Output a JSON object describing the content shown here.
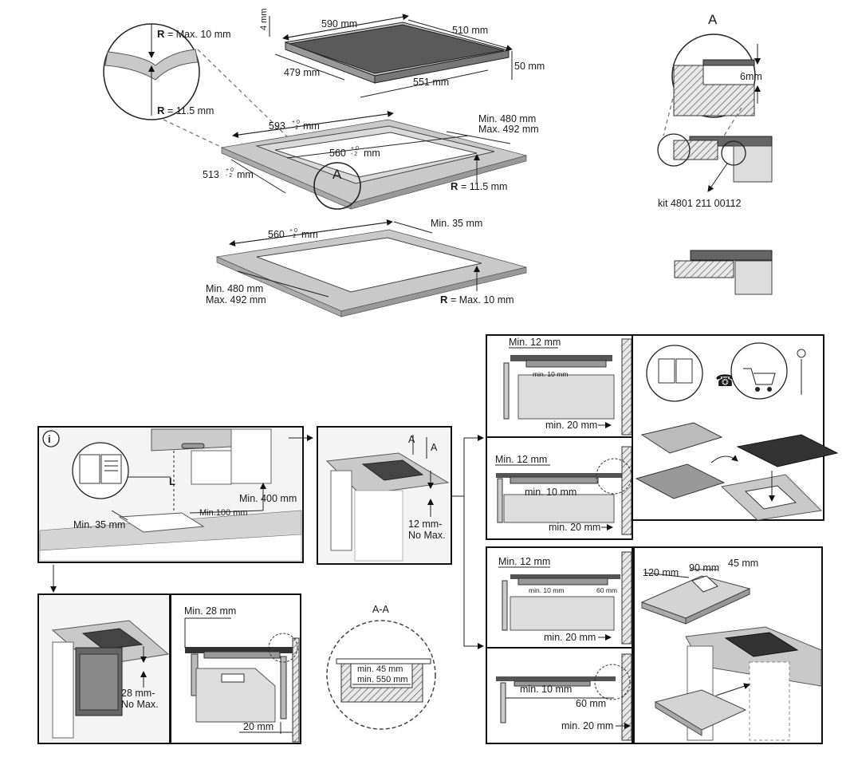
{
  "diagram": {
    "hob_dims": {
      "width_top": "590 mm",
      "depth_top": "510 mm",
      "thickness": "4 mm",
      "height": "50 mm",
      "depth_bottom": "479 mm",
      "width_bottom": "551 mm"
    },
    "radius_detail": {
      "r_top_prefix": "R",
      "r_top_value": "= Max. 10 mm",
      "r_bottom_prefix": "R",
      "r_bottom_value": "= 11.5 mm",
      "marker": "A"
    },
    "cutout_flush": {
      "outer_width": "593",
      "outer_tol_top": "+ 0",
      "outer_tol_bottom": "- 2",
      "outer_unit": "mm",
      "inner_width": "560",
      "inner_tol_top": "+ 0",
      "inner_tol_bottom": "- 2",
      "inner_unit": "mm",
      "outer_depth": "513",
      "outer_depth_tol_top": "+ 0",
      "outer_depth_tol_bottom": "- 2",
      "outer_depth_unit": "mm",
      "depth_min": "Min. 480 mm",
      "depth_max": "Max. 492 mm",
      "r_prefix": "R",
      "r_value": "= 11.5 mm",
      "marker": "A"
    },
    "cutout_standard": {
      "width": "560",
      "tol_top": "+ 0",
      "tol_bottom": "- 2",
      "unit": "mm",
      "min_edge": "Min. 35 mm",
      "depth_min": "Min. 480 mm",
      "depth_max": "Max. 492 mm",
      "r_prefix": "R",
      "r_value": "= Max. 10 mm"
    },
    "detail_a": {
      "title": "A",
      "step": "6mm",
      "kit": "kit 4801 211 00112"
    },
    "installation": {
      "info_icon": "i",
      "l_label": "L",
      "min_400": "Min. 400 mm",
      "min_100": "Min.100 mm",
      "min_35": "Min. 35 mm",
      "section_a": "A",
      "section_a2": "A",
      "thickness_12": "12 mm-",
      "thickness_12_nomax": "No Max.",
      "thickness_28": "28 mm-",
      "thickness_28_nomax": "No Max.",
      "min_28": "Min. 28 mm",
      "dist_20": "20 mm",
      "aa_title": "A-A",
      "aa_min45": "min. 45 mm",
      "aa_min550": "min. 550 mm"
    },
    "panels": {
      "p1_min12": "Min. 12 mm",
      "p1_min10": "min. 10 mm",
      "p1_min20": "min. 20 mm",
      "p2_min12": "Min. 12 mm",
      "p2_min10": "min. 10 mm",
      "p2_min20": "min. 20 mm",
      "p3_min12": "Min. 12 mm",
      "p3_min10": "min. 10 mm",
      "p3_60": "60 mm",
      "p3_min20": "min. 20 mm",
      "p4_min10": "min. 10 mm",
      "p4_60": "60 mm",
      "p4_min20": "min. 20 mm",
      "dim_120": "120 mm",
      "dim_90": "90 mm",
      "dim_45": "45 mm"
    }
  }
}
